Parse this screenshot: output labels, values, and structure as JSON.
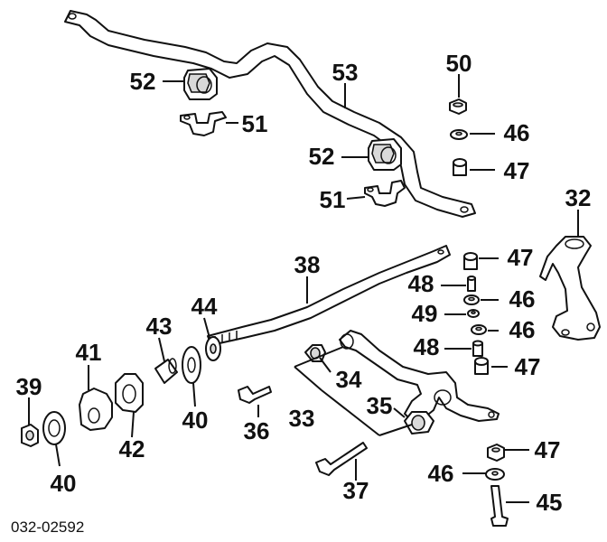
{
  "diagram": {
    "code": "032-02592",
    "callouts": [
      "50",
      "52",
      "53",
      "46",
      "51",
      "47",
      "52",
      "51",
      "32",
      "47",
      "38",
      "48",
      "46",
      "44",
      "43",
      "49",
      "46",
      "41",
      "48",
      "47",
      "34",
      "39",
      "33",
      "35",
      "40",
      "42",
      "36",
      "47",
      "46",
      "37",
      "40",
      "45"
    ]
  }
}
